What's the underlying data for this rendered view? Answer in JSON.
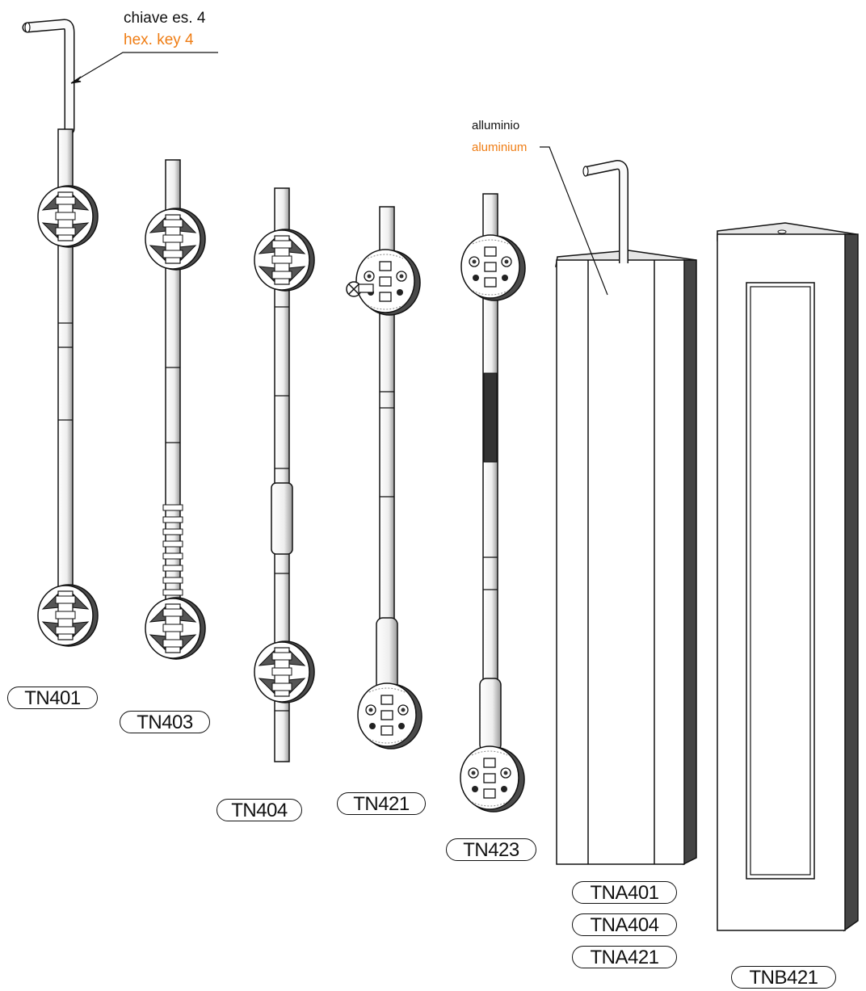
{
  "callouts": {
    "hex_key": {
      "it": "chiave es. 4",
      "en": "hex. key 4"
    },
    "aluminium": {
      "it": "alluminio",
      "en": "aluminium"
    }
  },
  "products": [
    {
      "code": "TN401"
    },
    {
      "code": "TN403"
    },
    {
      "code": "TN404"
    },
    {
      "code": "TN421"
    },
    {
      "code": "TN423"
    }
  ],
  "profile_codes": [
    "TNA401",
    "TNA404",
    "TNA421"
  ],
  "box_code": "TNB421",
  "colors": {
    "line": "#111111",
    "translation": "#ef7d14",
    "shade": "#555555",
    "light": "#f4f4f4"
  }
}
